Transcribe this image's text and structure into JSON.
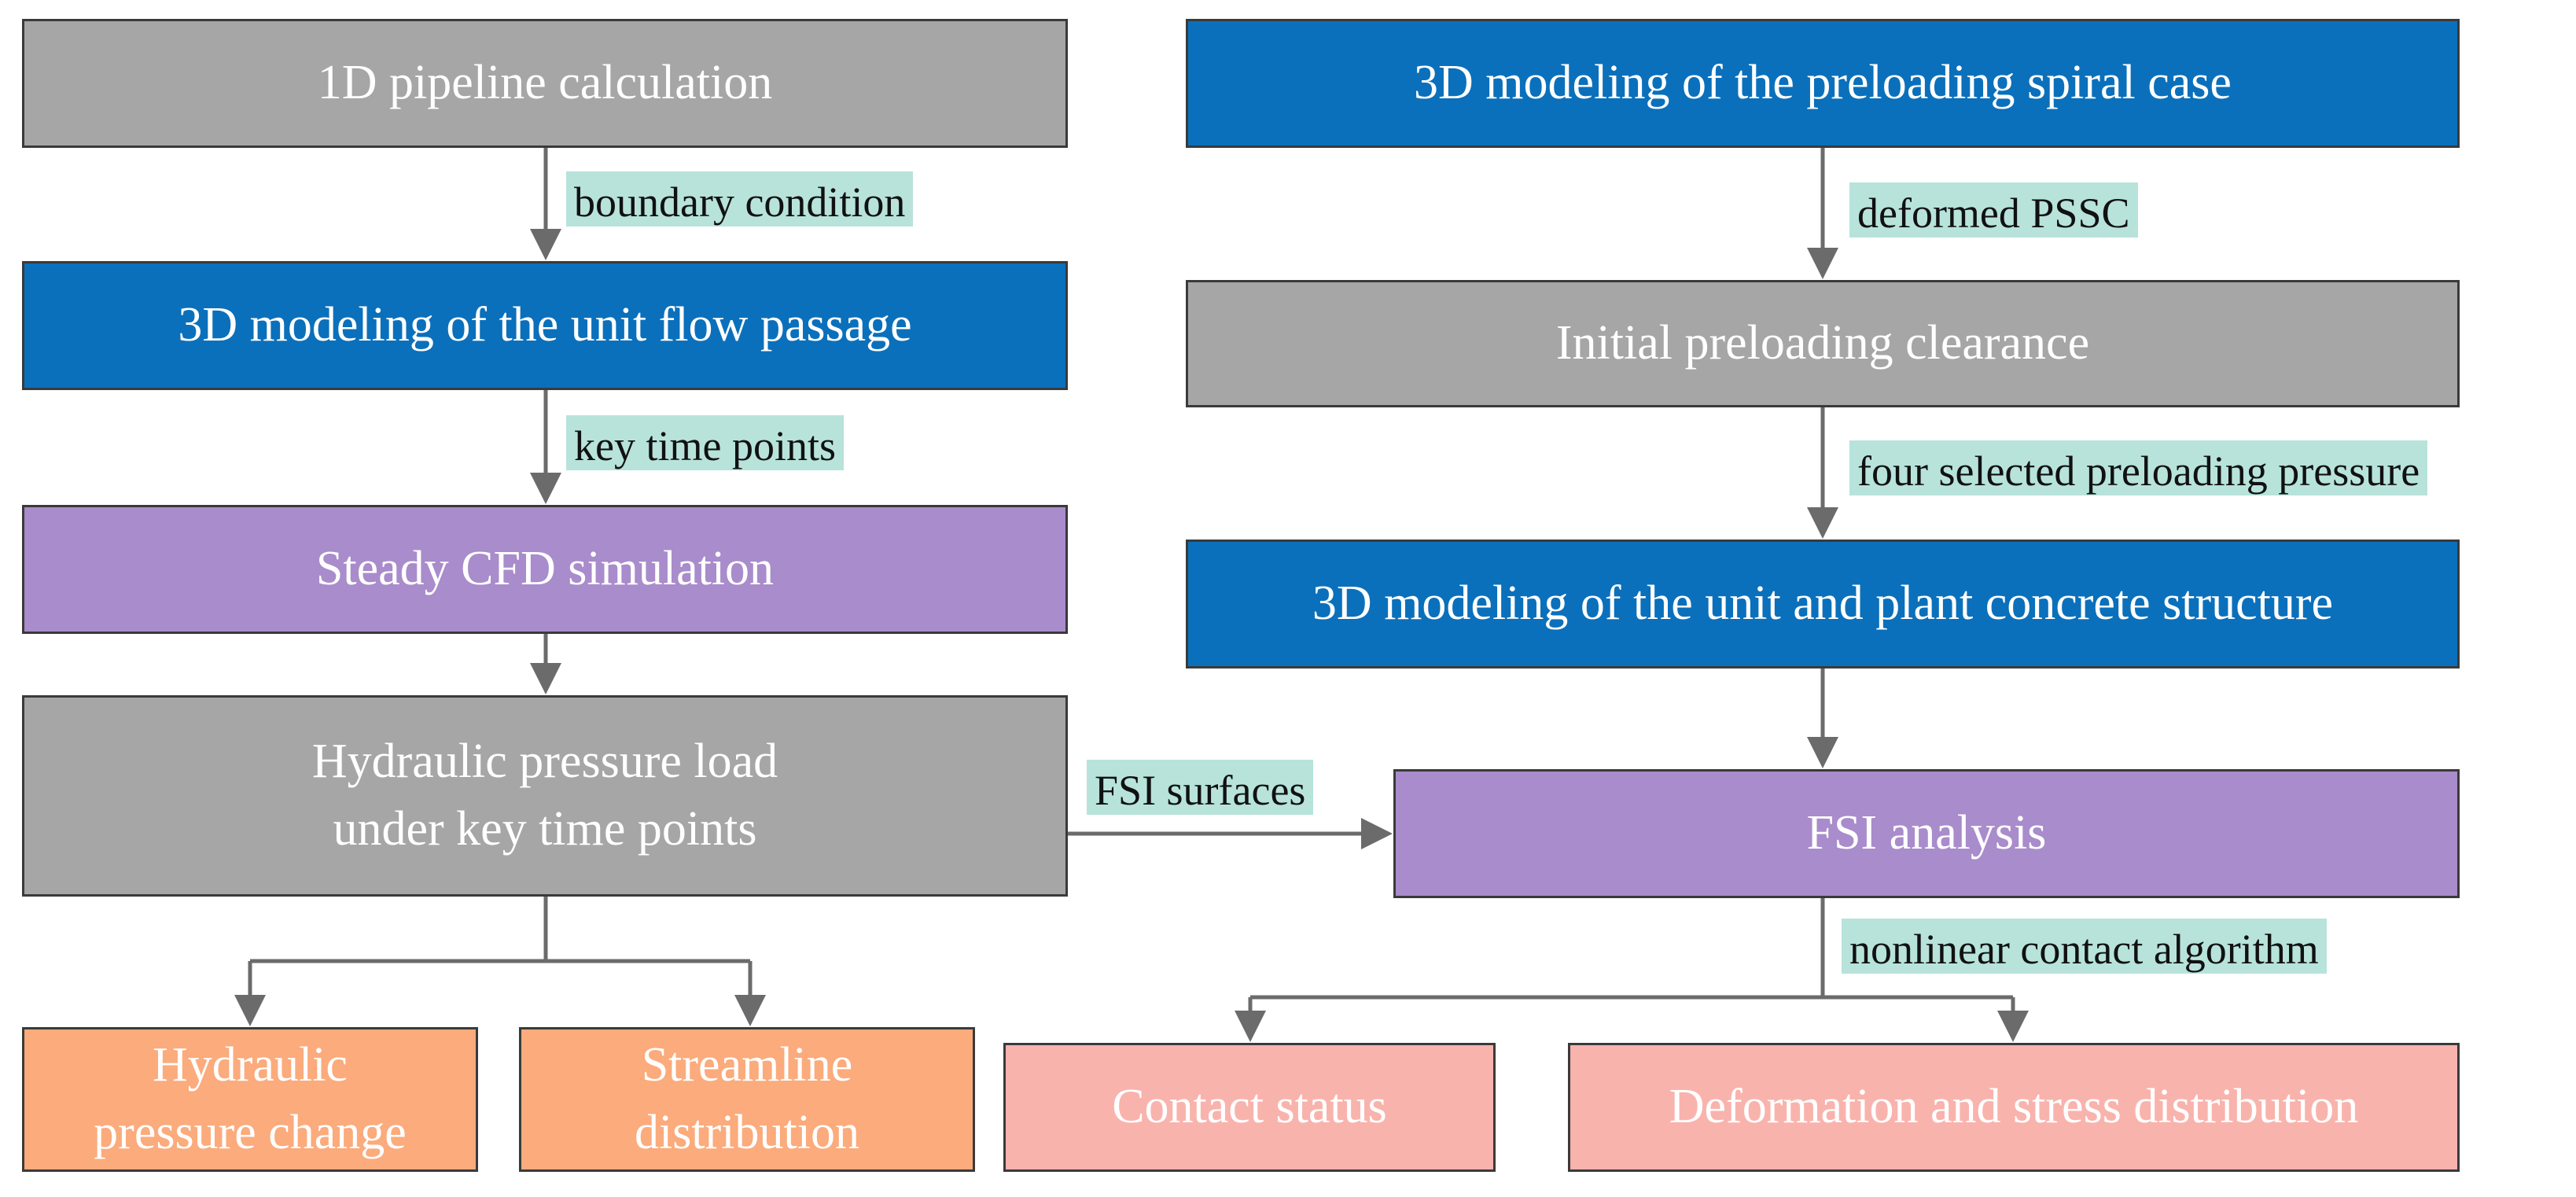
{
  "colors": {
    "gray": "#a6a6a6",
    "blue": "#0b70bb",
    "purple": "#a98ccb",
    "orange": "#fbab7c",
    "pink": "#f9b3ad",
    "tag": "#b7e3db",
    "connector": "#6b6b6b"
  },
  "nodes": {
    "pipeline": "1D pipeline calculation",
    "flow_passage": "3D modeling of the unit flow passage",
    "steady_cfd": "Steady CFD simulation",
    "hydraulic_load": [
      "Hydraulic pressure load",
      "under key time points"
    ],
    "hydraulic_change": [
      "Hydraulic",
      "pressure change"
    ],
    "streamline": [
      "Streamline",
      "distribution"
    ],
    "spiral_case": "3D modeling of the preloading spiral case",
    "clearance": "Initial preloading clearance",
    "concrete": "3D modeling of the unit and plant concrete structure",
    "fsi_analysis": "FSI analysis",
    "contact_status": "Contact status",
    "deformation": "Deformation and stress distribution"
  },
  "labels": {
    "boundary_condition": "boundary condition",
    "key_time_points": "key time points",
    "fsi_surfaces": "FSI surfaces",
    "deformed_pssc": "deformed PSSC",
    "four_pressure": "four selected preloading pressure",
    "contact_algorithm": "nonlinear contact algorithm"
  }
}
